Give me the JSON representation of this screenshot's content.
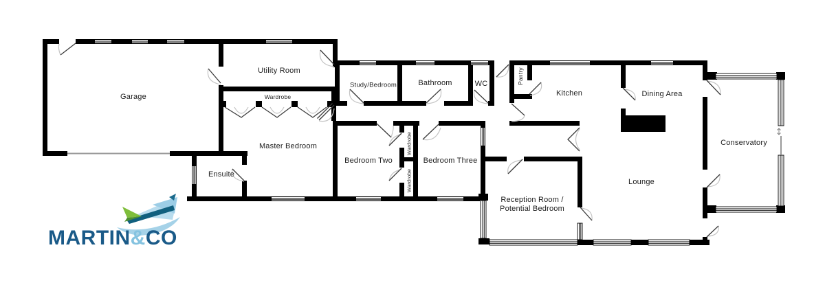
{
  "rooms": {
    "garage": "Garage",
    "utility": "Utility Room",
    "wardrobe_master": "Wardrobe",
    "study": "Study/Bedroom",
    "bathroom": "Bathroom",
    "wc": "WC",
    "pantry": "Pantry",
    "kitchen": "Kitchen",
    "dining": "Dining Area",
    "conservatory": "Conservatory",
    "master": "Master Bedroom",
    "ensuite": "Ensuite",
    "bedroom_two": "Bedroom Two",
    "wardrobe_col_top": "Wardrobe",
    "wardrobe_col_bottom": "Wardrobe",
    "bedroom_three": "Bedroom Three",
    "reception_line1": "Reception Room /",
    "reception_line2": "Potential Bedroom",
    "lounge": "Lounge"
  },
  "logo": {
    "martin": "MARTIN",
    "amp": "&",
    "co": "CO"
  },
  "colors": {
    "wall": "#000000",
    "door_leaf": "#3a3a3a",
    "door_arc": "#c4c4c4",
    "brand_navy": "#1a5a88",
    "brand_light_blue": "#85c3e0",
    "brand_green": "#7fbe3b",
    "brand_green_dark": "#4f9130",
    "brand_sail": "#b8dcee",
    "brand_beam": "#11607f"
  }
}
